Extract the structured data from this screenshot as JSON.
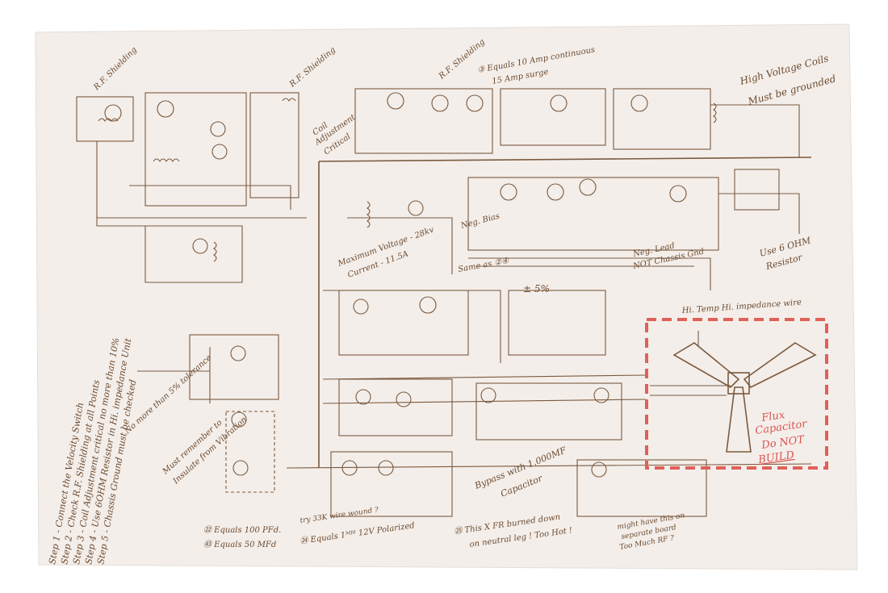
{
  "notes": {
    "rf_shielding_1": "R.F. Shielding",
    "rf_shielding_2": "R.F. Shielding",
    "rf_shielding_3": "R.F. Shielding",
    "equals_amp": "③ Equals 10 Amp continuous",
    "amp_surge": "15 Amp surge",
    "hv_coils_1": "High Voltage Coils",
    "hv_coils_2": "Must be grounded",
    "coil_adj_1": "Coil",
    "coil_adj_2": "Adjustment",
    "coil_adj_3": "Critical",
    "max_voltage_1": "Maximum Voltage - 28kv",
    "max_voltage_2": "Current - 11.5A",
    "neg_bias": "Neg. Bias",
    "same_as": "Same as ②④",
    "neg_lead_1": "Neg. Lead",
    "neg_lead_2": "NOT Chassis Gnd",
    "use_ohm_1": "Use 6 OHM",
    "use_ohm_2": "Resistor",
    "plus_minus": "± 5%",
    "hi_temp": "Hi. Temp Hi. impedance wire",
    "tolerance": "No more than 5% tolerance",
    "insulate_1": "Must remember to",
    "insulate_2": "Insulate from Vibration",
    "bypass_1": "Bypass with 1.000MF",
    "bypass_2": "Capacitor",
    "equals_100": "㉒ Equals 100 PFd.",
    "equals_50": "㊸ Equals 50 MFd",
    "wire_wound": "try 33K wire wound ?",
    "equals_polarized": "㉔ Equals 1ᴹᶠᵈ 12V Polarized",
    "fr_1": "㉕ This X FR burned down",
    "fr_2": "on neutral leg ! Too Hot !",
    "separate_1": "might have this on",
    "separate_2": "separate board",
    "separate_3": "Too Much RF ?",
    "flux_1": "Flux",
    "flux_2": "Capacitor",
    "flux_3": "Do NOT",
    "flux_4": "BUILD"
  },
  "steps": [
    "Step 1 - Connect the Velocity Switch",
    "Step 2 - Check R.F. Shielding at all Points",
    "Step 3 - Coil Adjustment critical no more than 10%",
    "Step 4 - Use 6OHM Resistor in Hi. impedance Unit",
    "Step 5 - Chassis Ground must be checked"
  ],
  "colors": {
    "paper": "#f5efe9",
    "ink": "#7a5a3e",
    "red_marker": "#e0605a"
  }
}
